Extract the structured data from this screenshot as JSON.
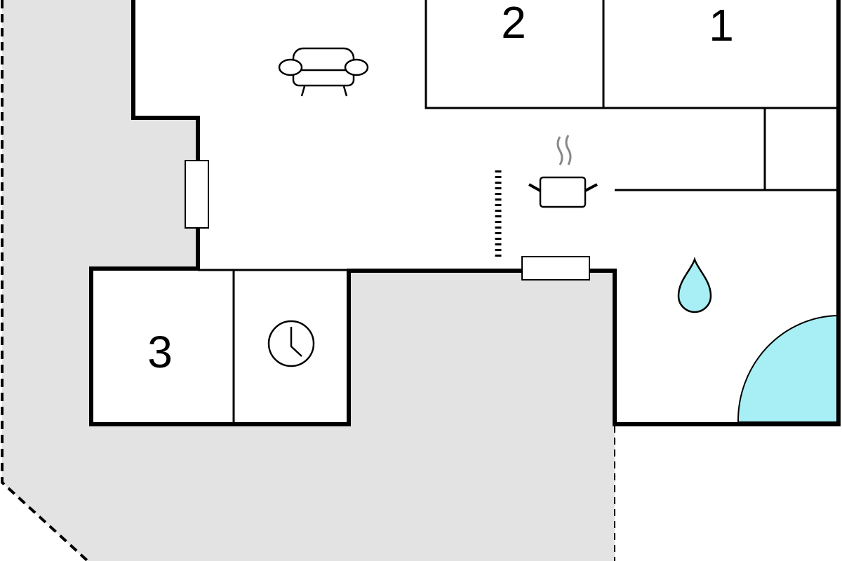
{
  "rooms": {
    "bedroom_1": "1",
    "bedroom_2": "2",
    "bedroom_3": "3"
  },
  "icons": [
    "sofa-icon",
    "cooking-pot-icon",
    "clock-icon",
    "water-drop-icon",
    "pool"
  ],
  "colors": {
    "outdoor": "#e3e3e3",
    "wall": "#000000",
    "water": "#a8eef5"
  }
}
